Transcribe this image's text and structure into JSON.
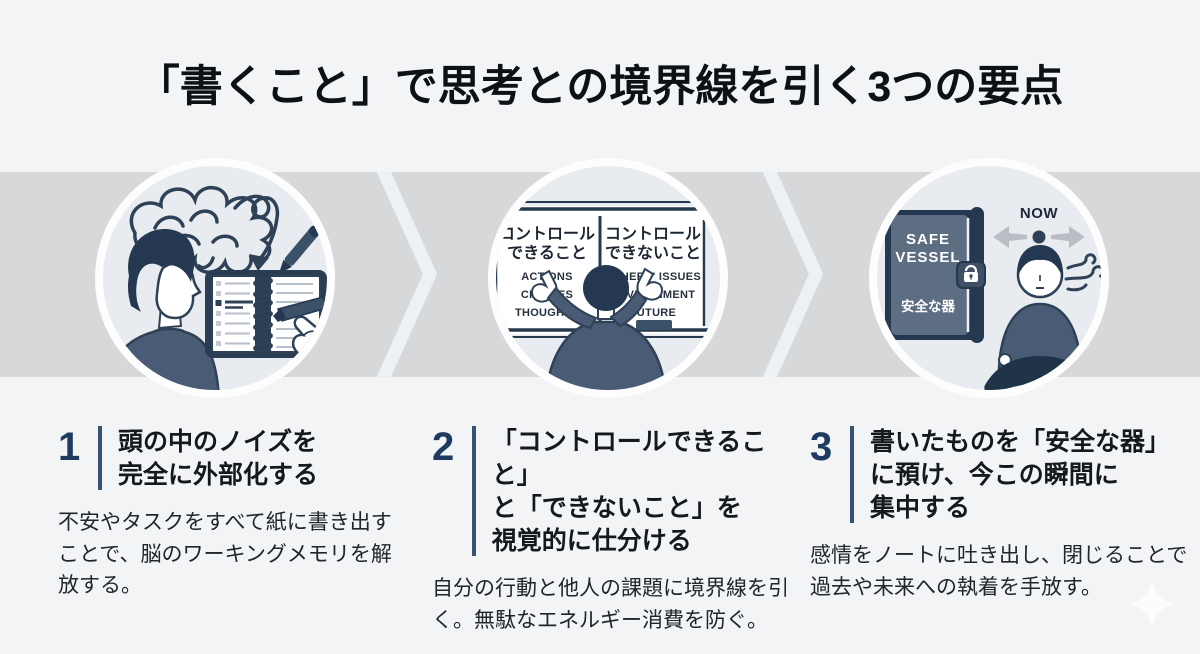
{
  "page": {
    "title": "「書くこと」で思考との境界線を引く3つの要点"
  },
  "colors": {
    "navy_line": "#2e4156",
    "navy_dark": "#243951",
    "slate_fill": "#4a5c75",
    "number_blue": "#1e3a5e",
    "divider_blue": "#35526f",
    "band_gray": "#d6d8da",
    "page_bg": "#f2f4f6",
    "circle_fill": "#e8ebef",
    "arrow_gray": "#b9bec5",
    "heading_black": "#15181d"
  },
  "illustrations": {
    "board": {
      "left_title": [
        "コントロール",
        "できること"
      ],
      "right_title": [
        "コントロール",
        "できないこと"
      ],
      "left_items": [
        "ACTIONS",
        "CHOICES",
        "THOUGHTS"
      ],
      "right_items": [
        "OTHERS' ISSUES",
        "ENVIRONMENT",
        "FUTURE"
      ]
    },
    "vessel": {
      "book_title_lines": [
        "SAFE",
        "VESSEL"
      ],
      "book_subtitle": "安全な器",
      "now_label": "NOW"
    }
  },
  "steps": [
    {
      "number": "1",
      "heading_lines": [
        "頭の中のノイズを",
        "完全に外部化する",
        ""
      ],
      "body": "不安やタスクをすべて紙に書き出すことで、脳のワーキングメモリを解放する。"
    },
    {
      "number": "2",
      "heading_lines": [
        "「コントロールできること」",
        "と「できないこと」を",
        "視覚的に仕分ける"
      ],
      "body": "自分の行動と他人の課題に境界線を引く。無駄なエネルギー消費を防ぐ。"
    },
    {
      "number": "3",
      "heading_lines": [
        "書いたものを「安全な器」",
        "に預け、今この瞬間に",
        "集中する"
      ],
      "body": "感情をノートに吐き出し、閉じることで過去や未来への執着を手放す。"
    }
  ]
}
